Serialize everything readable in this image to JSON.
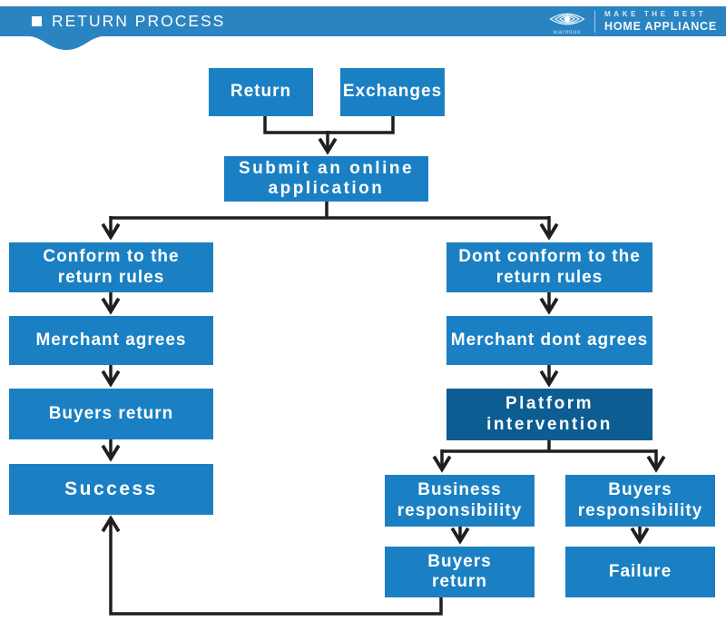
{
  "header": {
    "title": "RETURN PROCESS",
    "brand": {
      "logo_text": "warmtoo",
      "tagline_top": "MAKE THE BEST",
      "tagline_bottom": "HOME APPLIANCE"
    }
  },
  "colors": {
    "bar": "#2B84C2",
    "node": "#1B80C3",
    "node_dark": "#0D5C92",
    "node_text": "#FFFFFF",
    "connector": "#1F1F1F"
  },
  "flowchart": {
    "nodes": {
      "return": {
        "label": "Return"
      },
      "exchanges": {
        "label": "Exchanges"
      },
      "submit": {
        "label": "Submit an online\napplication"
      },
      "conform": {
        "label": "Conform to the\nreturn rules"
      },
      "merchant_agrees": {
        "label": "Merchant agrees"
      },
      "buyers_return": {
        "label": "Buyers return"
      },
      "success": {
        "label": "Success"
      },
      "dont_conform": {
        "label": "Dont conform to the\nreturn rules"
      },
      "merchant_dont_agrees": {
        "label": "Merchant dont agrees"
      },
      "platform_intervention": {
        "label": "Platform\nintervention"
      },
      "business_responsibility": {
        "label": "Business\nresponsibility"
      },
      "buyers_responsibility": {
        "label": "Buyers\nresponsibility"
      },
      "buyers_return_2": {
        "label": "Buyers\nreturn"
      },
      "failure": {
        "label": "Failure"
      }
    }
  }
}
